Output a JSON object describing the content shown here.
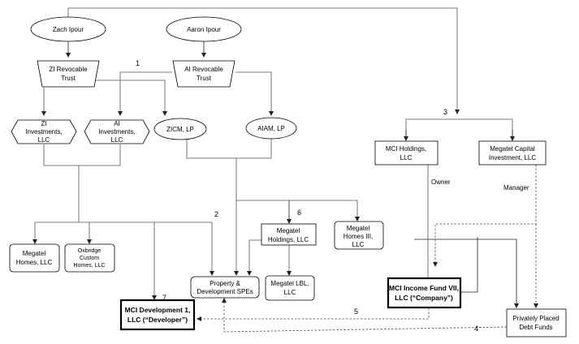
{
  "nodes": {
    "zach": "Zach Ipour",
    "aaron": "Aaron Ipour",
    "zi_trust": [
      "ZI Revocable",
      "Trust"
    ],
    "ai_trust": [
      "AI Revocable",
      "Trust"
    ],
    "zi_inv": [
      "ZI",
      "Investments,",
      "LLC"
    ],
    "ai_inv": [
      "AI",
      "Investments,",
      "LLC"
    ],
    "zicm": "ZICM, LP",
    "aiam": "AIAM, LP",
    "mci_holdings": [
      "MCI Holdings,",
      "LLC"
    ],
    "megatel_capital": [
      "Megatel Capital",
      "Investment, LLC"
    ],
    "megatel_homes": [
      "Megatel",
      "Homes, LLC"
    ],
    "oxbridge": [
      "Oxbridge",
      "Custom",
      "Homes, LLC"
    ],
    "megatel_holdings": [
      "Megatel",
      "Holdings, LLC"
    ],
    "megatel_homes3": [
      "Megatel",
      "Homes III,",
      "LLC"
    ],
    "property_spes": [
      "Property &",
      "Development SPEs"
    ],
    "megatel_lbl": [
      "Megatel LBL,",
      "LLC"
    ],
    "mci_income": [
      "MCI Income Fund VII,",
      "LLC (“Company”)"
    ],
    "mci_dev": [
      "MCI Development 1,",
      "LLC (“Developer”)"
    ],
    "privately_placed": [
      "Privately Placed",
      "Debt Funds"
    ]
  },
  "edge_labels": {
    "n1": "1",
    "n2": "2",
    "n3": "3",
    "n4": "4",
    "n5": "5",
    "n6": "6",
    "n7": "7",
    "owner": "Owner",
    "manager": "Manager"
  }
}
